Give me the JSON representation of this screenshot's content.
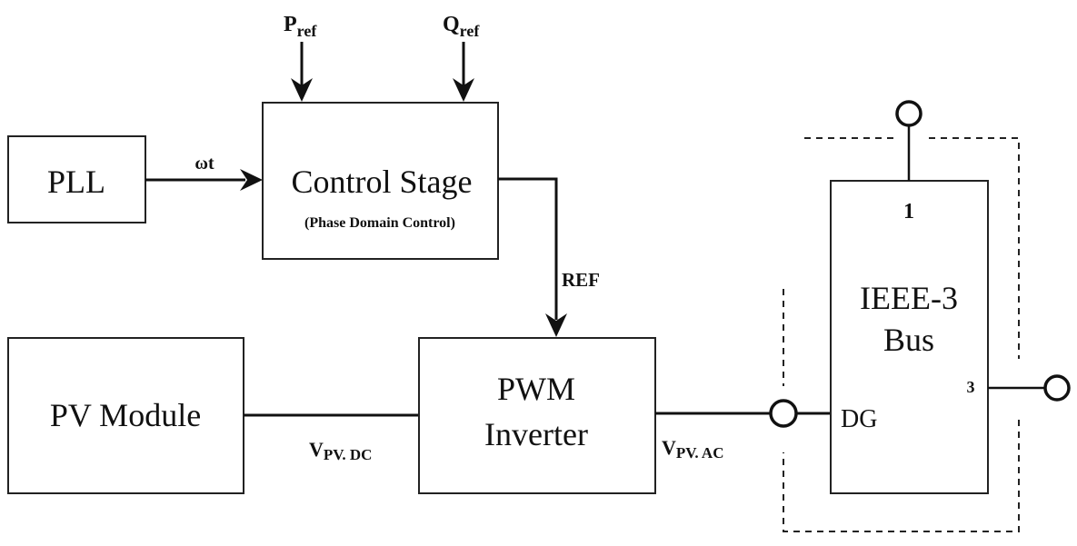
{
  "blocks": {
    "pll": {
      "label": "PLL"
    },
    "control": {
      "label": "Control Stage",
      "sublabel": "(Phase Domain Control)"
    },
    "pv": {
      "label": "PV Module"
    },
    "pwm": {
      "line1": "PWM",
      "line2": "Inverter"
    },
    "bus": {
      "line1": "IEEE-3",
      "line2": "Bus",
      "port_top": "1",
      "port_right": "3",
      "port_left": "DG"
    }
  },
  "signals": {
    "p_ref": {
      "main": "P",
      "sub": "ref"
    },
    "q_ref": {
      "main": "Q",
      "sub": "ref"
    },
    "omega_t": "ωt",
    "ref": "REF",
    "v_dc": {
      "main": "V",
      "sub": "PV. DC"
    },
    "v_ac": {
      "main": "V",
      "sub": "PV. AC"
    }
  }
}
